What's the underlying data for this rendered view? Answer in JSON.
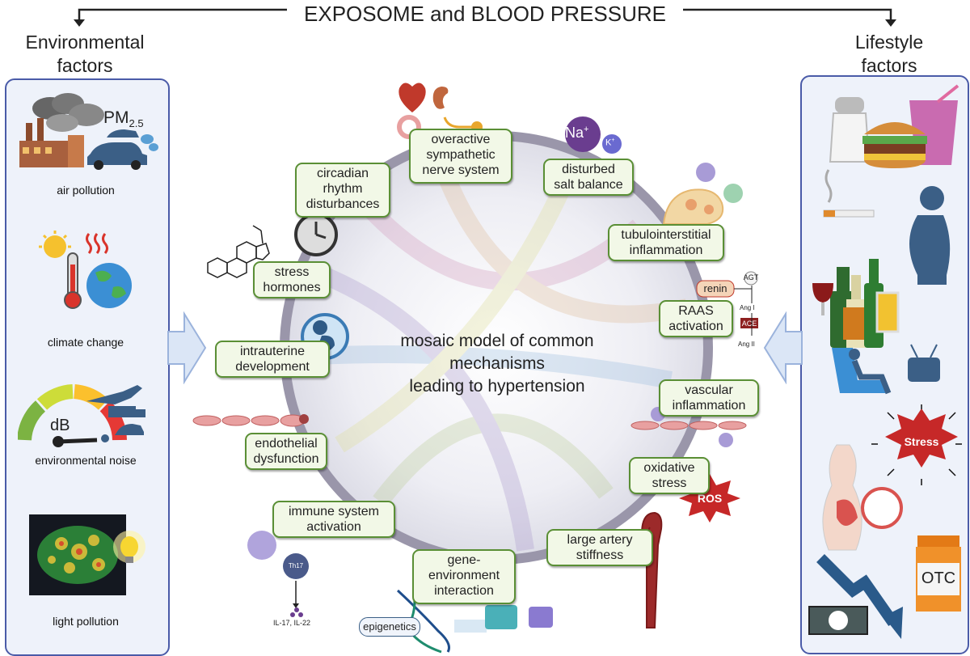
{
  "title": "EXPOSOME and BLOOD PRESSURE",
  "environmental": {
    "heading_line1": "Environmental",
    "heading_line2": "factors",
    "pm_label": "PM",
    "pm_sub": "2.5",
    "db_label": "dB",
    "items": [
      "air pollution",
      "climate change",
      "environmental noise",
      "light pollution"
    ]
  },
  "lifestyle": {
    "heading_line1": "Lifestyle",
    "heading_line2": "factors",
    "stress_label": "Stress",
    "otc_label": "OTC"
  },
  "center": {
    "line1": "mosaic model of common",
    "line2": "mechanisms",
    "line3": "leading to hypertension"
  },
  "mechanisms": {
    "sympathetic": [
      "overactive",
      "sympathetic",
      "nerve system"
    ],
    "salt": [
      "disturbed",
      "salt balance"
    ],
    "tubulo": [
      "tubulointerstitial",
      "inflammation"
    ],
    "circadian": [
      "circadian",
      "rhythm",
      "disturbances"
    ],
    "stress_hormones": [
      "stress",
      "hormones"
    ],
    "raas": [
      "RAAS",
      "activation"
    ],
    "intrauterine": [
      "intrauterine",
      "development"
    ],
    "vascular": [
      "vascular",
      "inflammation"
    ],
    "endothelial": [
      "endothelial",
      "dysfunction"
    ],
    "oxidative": [
      "oxidative",
      "stress"
    ],
    "immune": [
      "immune system",
      "activation"
    ],
    "artery": [
      "large artery",
      "stiffness"
    ],
    "gene": [
      "gene-",
      "environment",
      "interaction"
    ]
  },
  "icons": {
    "na": "Na",
    "na_sup": "+",
    "k": "K",
    "k_sup": "+",
    "renin": "renin",
    "agt": "AGT",
    "ang1": "Ang I",
    "ace": "ACE",
    "ang2": "Ang II",
    "ros": "ROS",
    "th17": "Th17",
    "il": "IL-17, IL-22",
    "epigenetics": "epigenetics"
  },
  "colors": {
    "panel_border": "#4a5ba8",
    "box_border": "#5a8f35",
    "box_fill": "#f2f8e7",
    "arrow_fill": "#dbe6f6"
  }
}
